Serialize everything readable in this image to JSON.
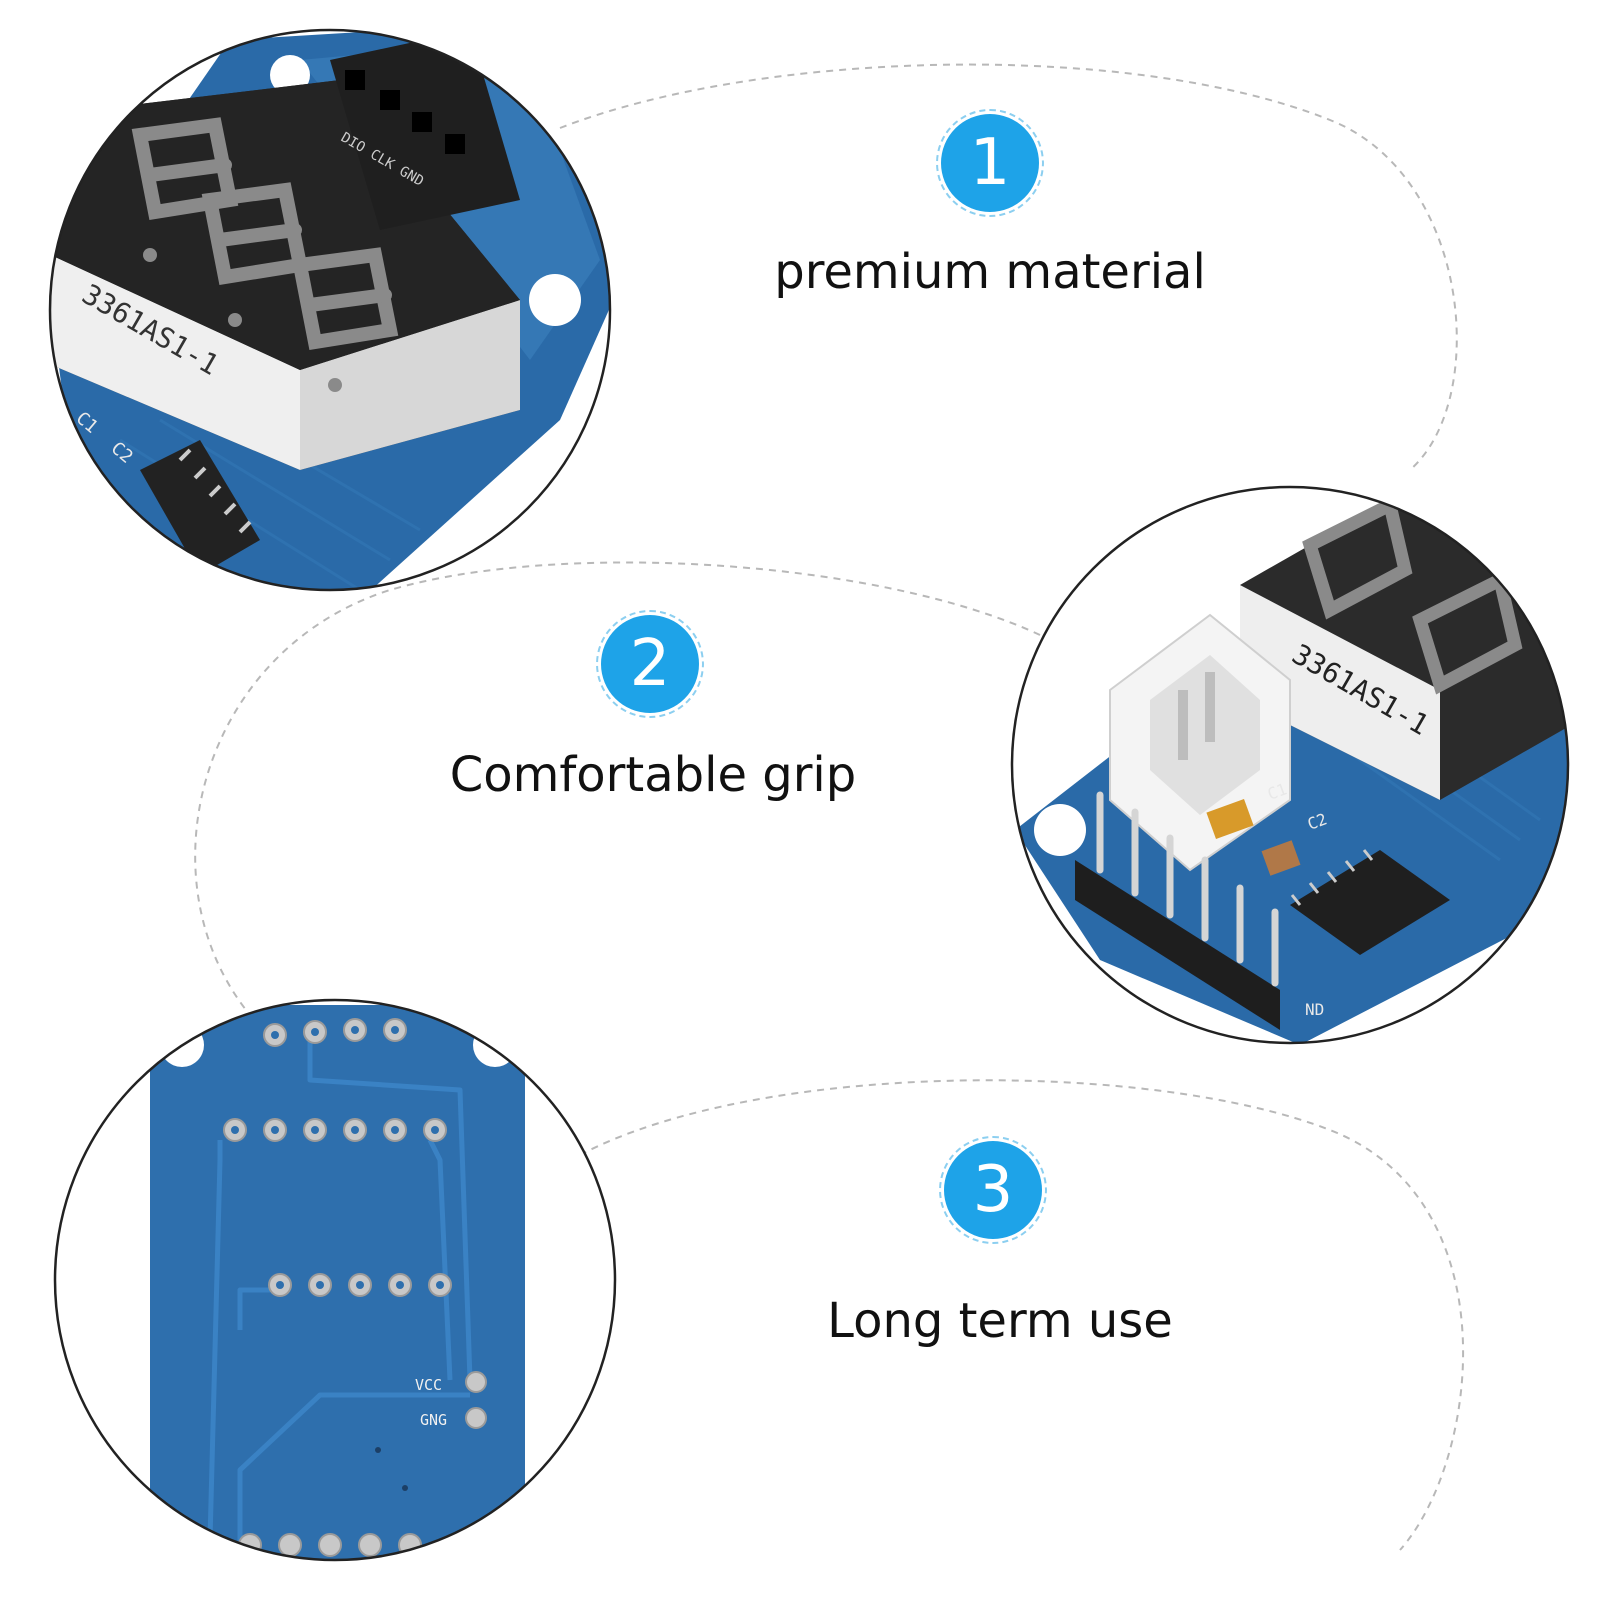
{
  "theme": {
    "badge_color": "#1ea3e8",
    "text_color": "#111111",
    "pcb_color": "#2a6aa8"
  },
  "features": [
    {
      "number": "1",
      "label": "premium material"
    },
    {
      "number": "2",
      "label": "Comfortable grip"
    },
    {
      "number": "3",
      "label": "Long term use"
    }
  ],
  "board_print": {
    "display_part": "3361AS1-1",
    "cap1": "C1",
    "cap2": "C2",
    "vcc": "VCC",
    "gnd": "GNG",
    "gnd_partial": "ND",
    "header_pins": "DIO CLK GND"
  }
}
